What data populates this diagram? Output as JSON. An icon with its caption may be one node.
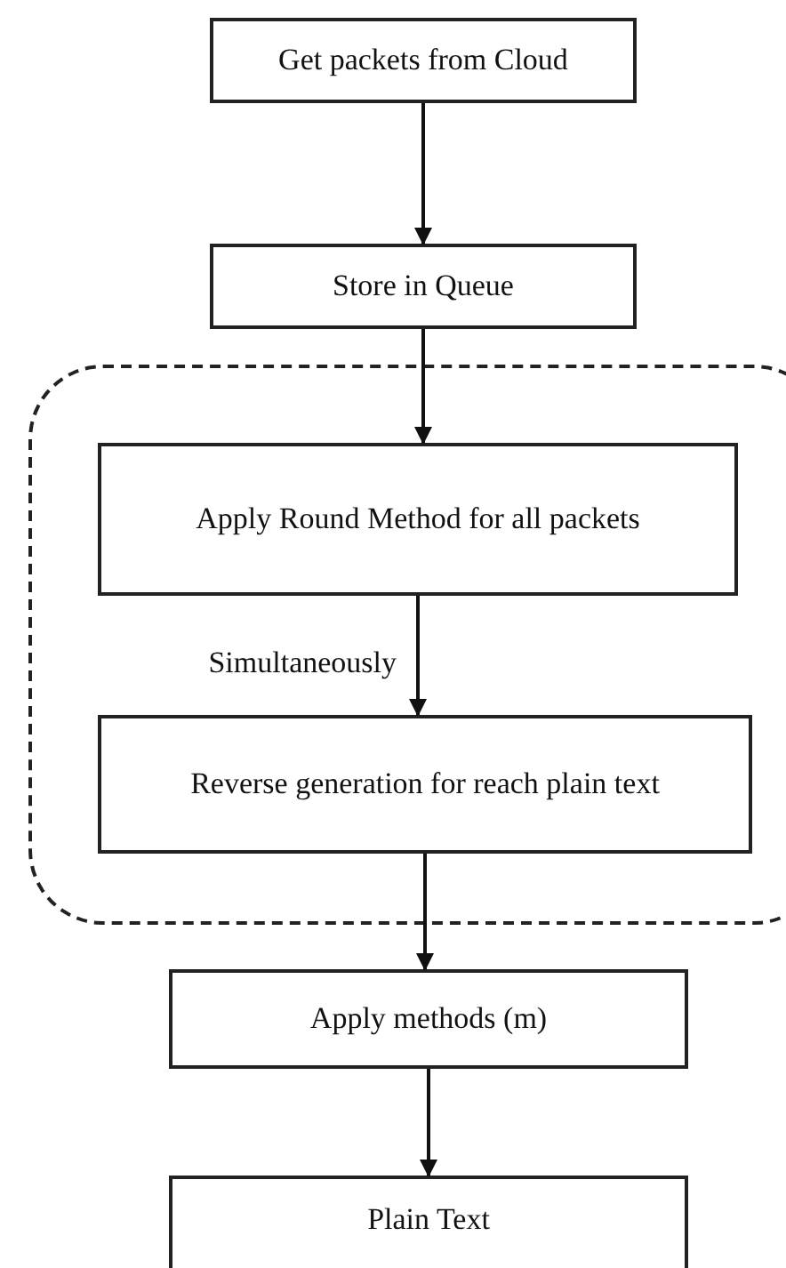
{
  "diagram": {
    "nodes": [
      {
        "text": [
          "Get packets from Cloud"
        ]
      },
      {
        "text": [
          "Store in Queue"
        ]
      },
      {
        "text": [],
        "shape": "box"
      },
      {
        "text": [
          "Apply Round Method for all packets"
        ],
        "in": 2
      },
      {
        "text": [
          "Reverse generation for reach plain text"
        ],
        "in": 2
      },
      {
        "text": [
          "Apply methods (m)"
        ]
      },
      {
        "text": [
          "Plain Text"
        ]
      }
    ],
    "edges": [
      {
        "from": 0,
        "to": 1,
        "arrow": "to"
      },
      {
        "from": 1,
        "to": 3,
        "arrow": "to"
      },
      {
        "from": 3,
        "to": 4,
        "arrow": "to",
        "label": "Simultaneously"
      },
      {
        "from": 4,
        "to": 5,
        "arrow": "to"
      },
      {
        "from": 5,
        "to": 6,
        "arrow": "to"
      }
    ]
  }
}
